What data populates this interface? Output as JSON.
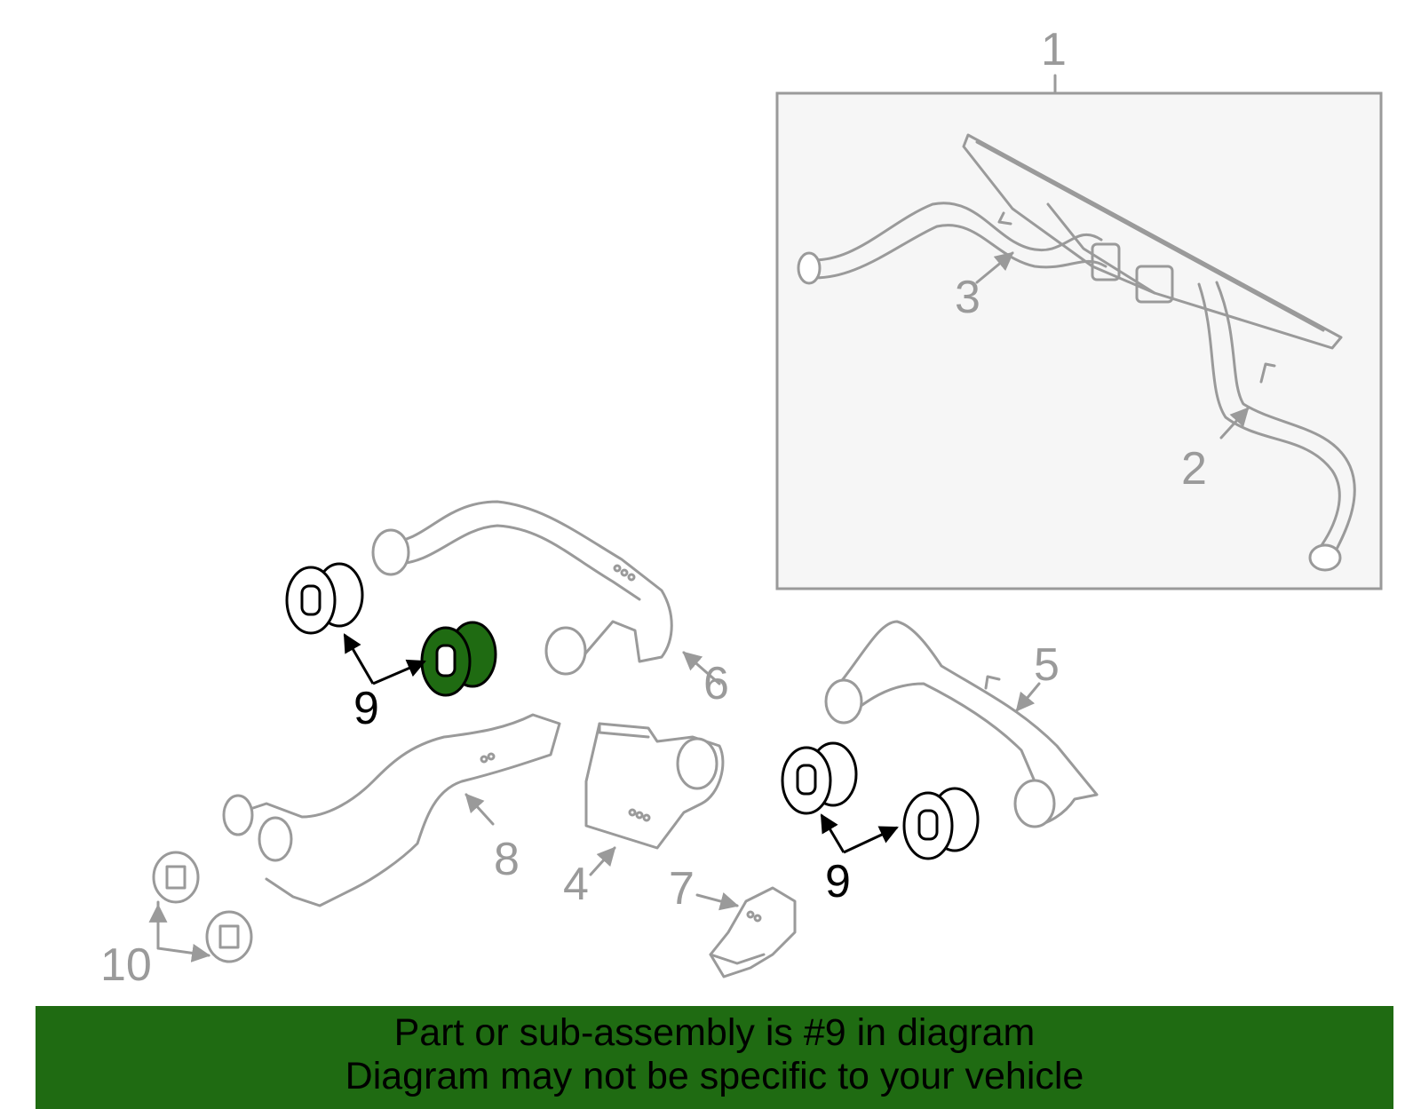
{
  "labels": {
    "l1": "1",
    "l2": "2",
    "l3": "3",
    "l4": "4",
    "l5": "5",
    "l6": "6",
    "l7": "7",
    "l8": "8",
    "l9a": "9",
    "l9b": "9",
    "l10": "10"
  },
  "banner": {
    "line1": "Part or sub-assembly is #9 in diagram",
    "line2": "Diagram may not be specific to your vehicle"
  },
  "colors": {
    "highlight": "#1f6b12",
    "parts": "#9a9a9a",
    "callout": "#000000"
  }
}
